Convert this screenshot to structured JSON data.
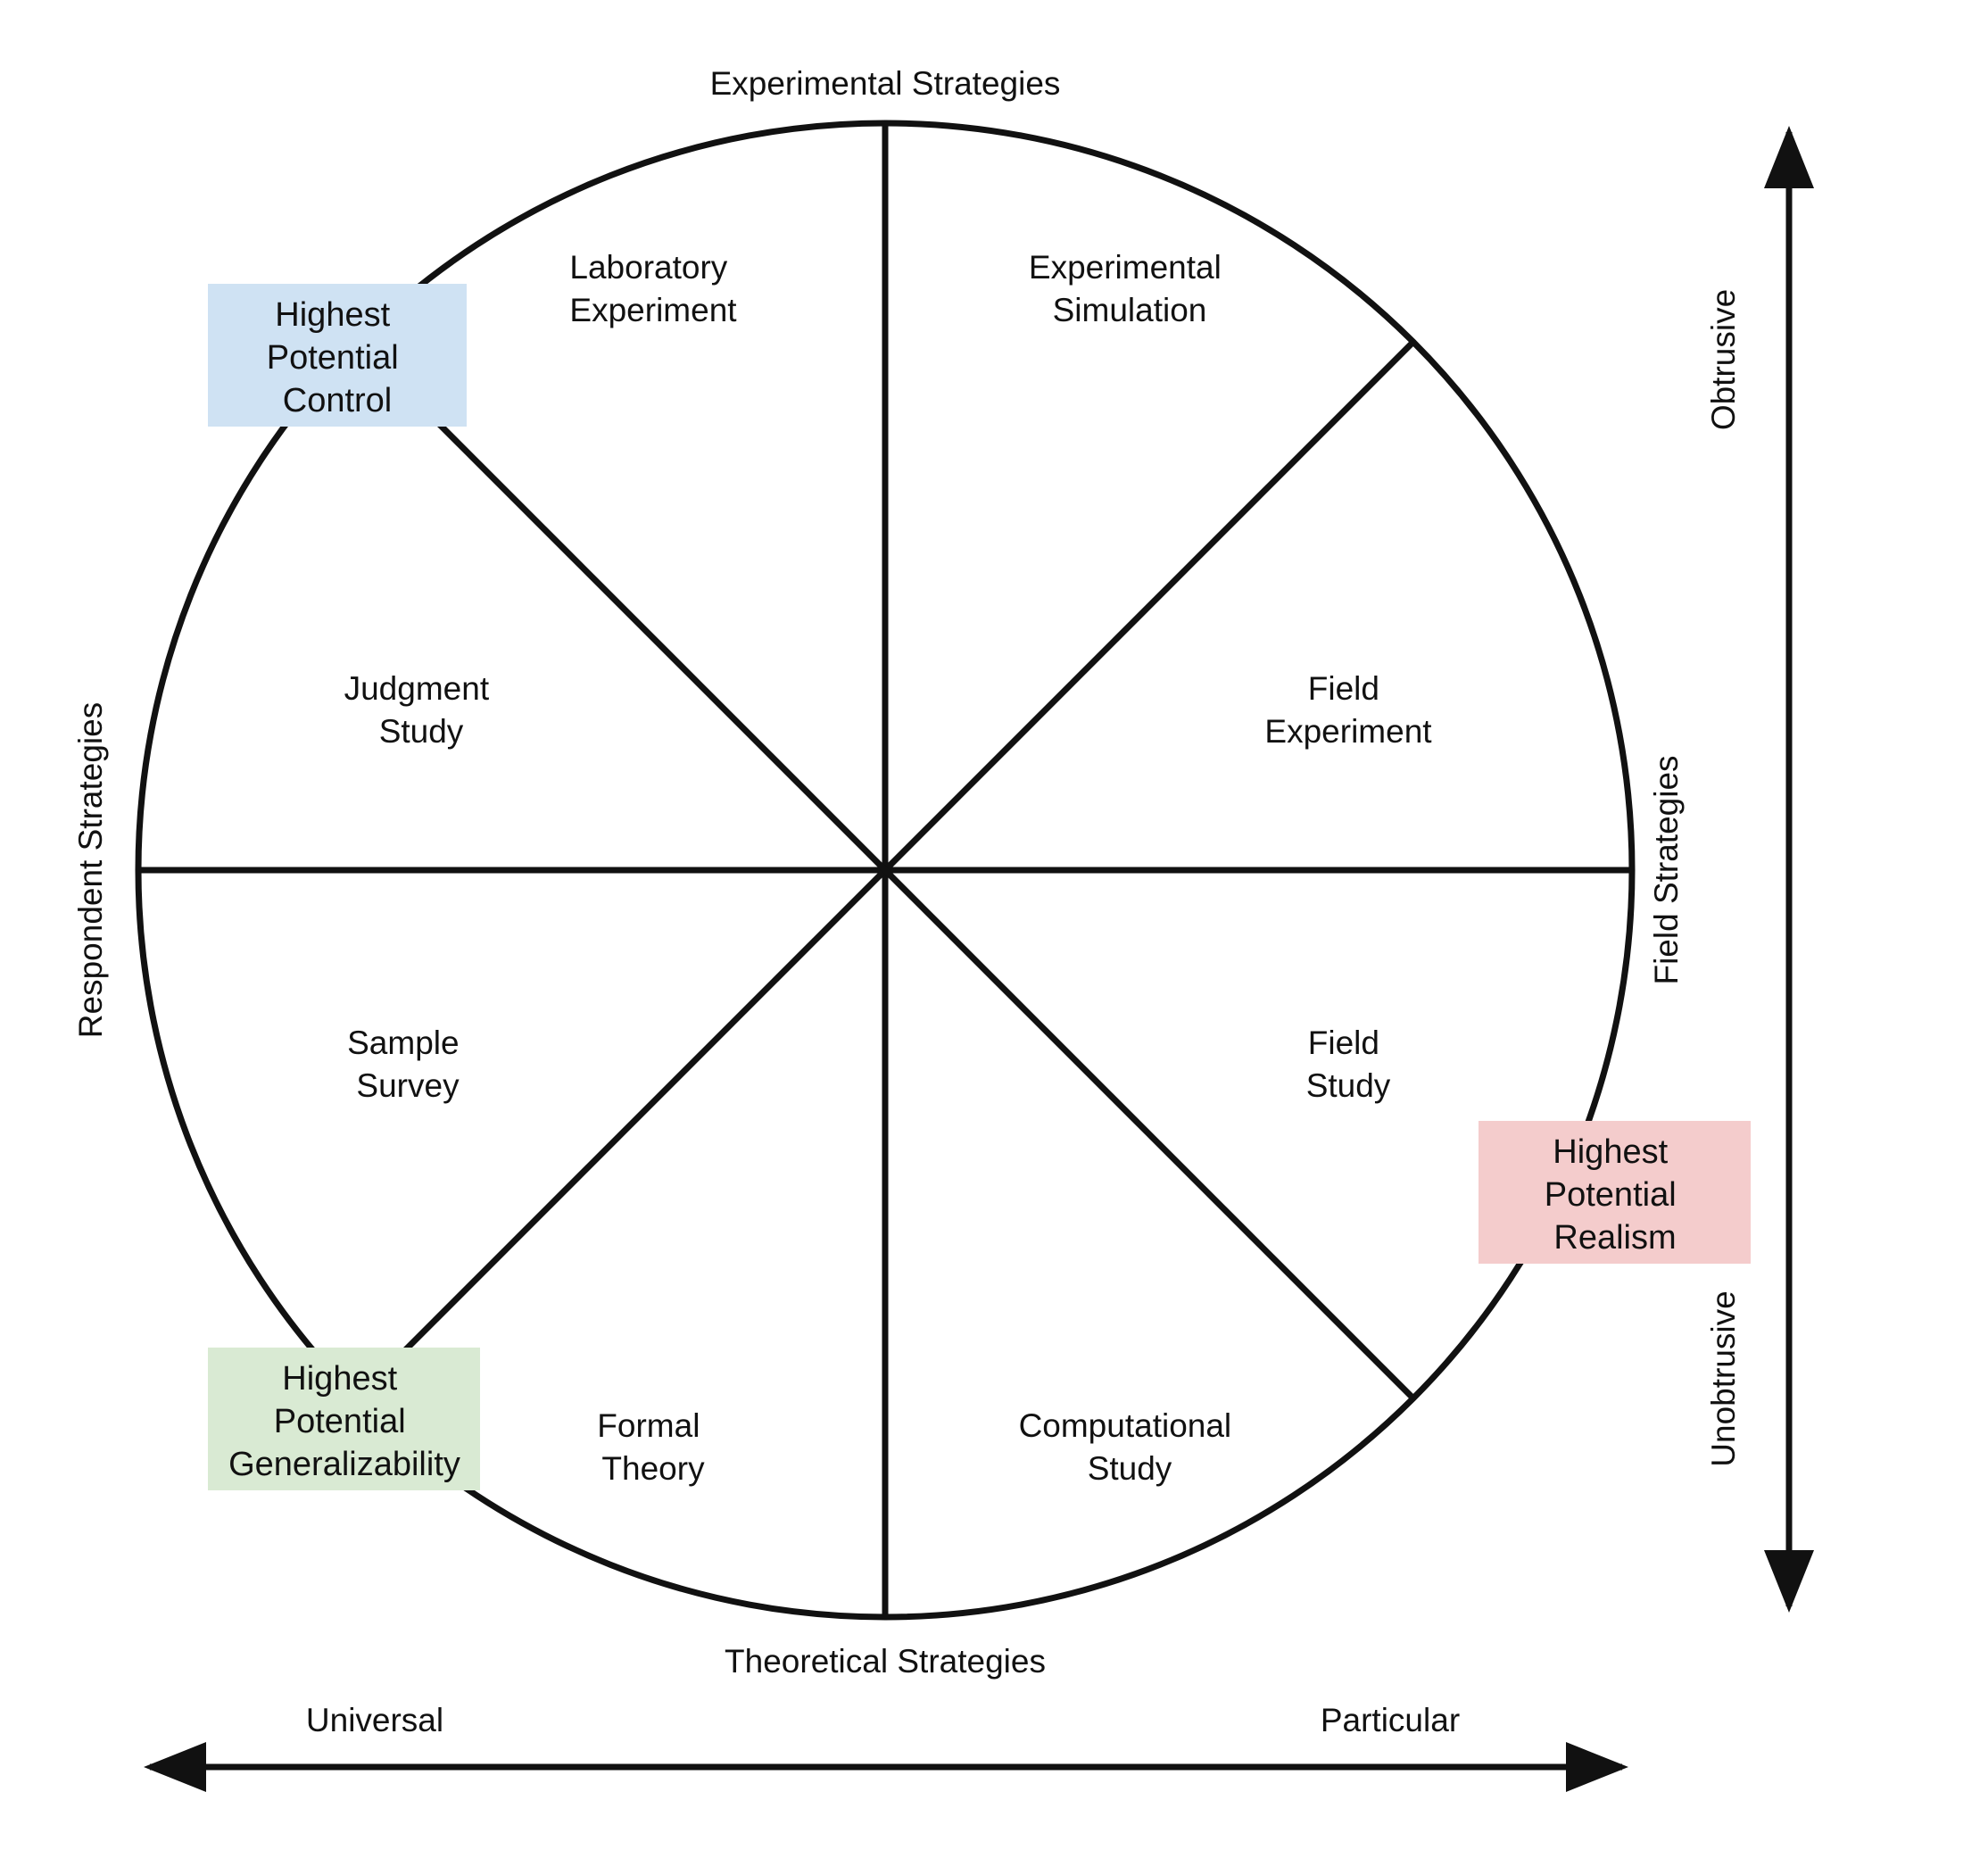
{
  "strategies": {
    "top": "Experimental Strategies",
    "bottom": "Theoretical Strategies",
    "left": "Respondent Strategies",
    "right": "Field Strategies"
  },
  "methods": {
    "laboratory_experiment": [
      "Laboratory",
      "Experiment"
    ],
    "experimental_simulation": [
      "Experimental",
      "Simulation"
    ],
    "judgment_study": [
      "Judgment",
      "Study"
    ],
    "field_experiment": [
      "Field",
      "Experiment"
    ],
    "sample_survey": [
      "Sample",
      "Survey"
    ],
    "field_study": [
      "Field",
      "Study"
    ],
    "formal_theory": [
      "Formal",
      "Theory"
    ],
    "computational_study": [
      "Computational",
      "Study"
    ]
  },
  "highlights": {
    "control": {
      "lines": [
        "Highest",
        "Potential",
        "Control"
      ],
      "color": "#cfe2f3"
    },
    "realism": {
      "lines": [
        "Highest",
        "Potential",
        "Realism"
      ],
      "color": "#f4cccc"
    },
    "generalizability": {
      "lines": [
        "Highest",
        "Potential",
        "Generalizability"
      ],
      "color": "#d9ead3"
    }
  },
  "axes": {
    "horizontal": {
      "left": "Universal",
      "right": "Particular"
    },
    "vertical": {
      "top": "Obtrusive",
      "bottom": "Unobtrusive"
    }
  },
  "colors": {
    "stroke": "#111111"
  }
}
